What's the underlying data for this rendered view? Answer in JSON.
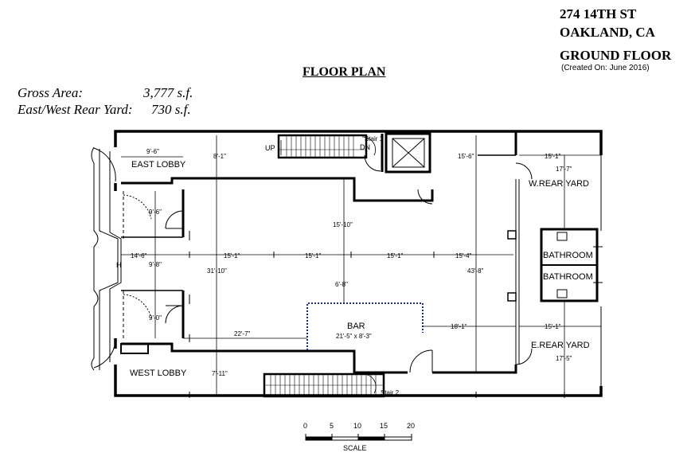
{
  "header": {
    "address_line1": "274 14TH ST",
    "address_line2": "OAKLAND, CA",
    "floor": "GROUND FLOOR",
    "created": "(Created On:  June 2016)"
  },
  "plan_title": "FLOOR PLAN",
  "area": {
    "gross_label": "Gross Area:",
    "gross_value": "3,777 s.f.",
    "yard_label": "East/West Rear Yard:",
    "yard_value": "730 s.f."
  },
  "rooms": {
    "east_lobby": "EAST LOBBY",
    "west_lobby": "WEST LOBBY",
    "w_rear_yard": "W.REAR YARD",
    "e_rear_yard": "E.REAR YARD",
    "bathroom_1": "BATHROOM",
    "bathroom_2": "BATHROOM",
    "bar": "BAR",
    "bar_size": "21'-5\" x 8'-3\"",
    "stair_1": "Stair 1",
    "stair_2": "Stair 2",
    "up": "UP",
    "dn": "DN",
    "h_mark": "H"
  },
  "dimensions": {
    "east_lobby_width": "9'-6\"",
    "east_lobby_depth": "8'-1\"",
    "left_upper": "9'-6\"",
    "left_width": "14'-6\"",
    "left_mid": "9'-8\"",
    "left_lower": "9'-0\"",
    "seg1": "15'-1\"",
    "seg2": "15'-1\"",
    "seg3": "15'-1\"",
    "seg4": "15'-4\"",
    "total_depth": "31'-10\"",
    "upper_bay": "15'-10\"",
    "bar_gap": "6'-8\"",
    "lower_left": "22'-7\"",
    "west_lobby_depth": "7'-11\"",
    "top_right": "15'-6\"",
    "right_depth": "43'-8\"",
    "bar_right": "18'-1\"",
    "w_yard_width": "15'-1\"",
    "w_yard_depth": "17'-7\"",
    "e_yard_width": "15'-1\"",
    "e_yard_depth": "17'-5\""
  },
  "scale": {
    "ticks": [
      "0",
      "5",
      "10",
      "15",
      "20"
    ],
    "label": "SCALE"
  }
}
